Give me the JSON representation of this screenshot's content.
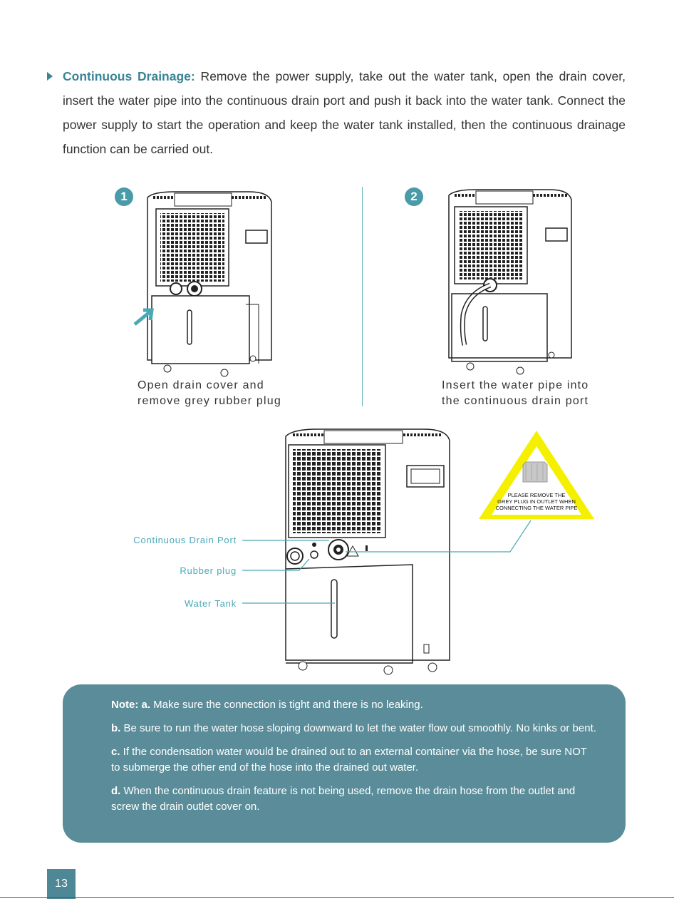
{
  "intro": {
    "lead": "Continuous Drainage:",
    "text": " Remove the power supply, take out the water tank, open the drain cover, insert the water pipe into the continuous drain port and push it back into the water tank. Connect the power supply to start the operation and keep the water tank installed, then the continuous drainage function can be carried out."
  },
  "steps": [
    {
      "number": "1",
      "caption_line1": "Open drain cover and",
      "caption_line2": "remove grey rubber plug"
    },
    {
      "number": "2",
      "caption_line1": "Insert the water pipe into",
      "caption_line2": "the continuous drain port"
    }
  ],
  "callouts": {
    "drain_port": "Continuous Drain Port",
    "rubber_plug": "Rubber plug",
    "water_tank": "Water Tank"
  },
  "warning": {
    "line1": "PLEASE REMOVE THE",
    "line2": "GREY PLUG IN OUTLET WHEN",
    "line3": "CONNECTING THE WATER PIPE"
  },
  "note": {
    "a_prefix": "Note:  a.",
    "a_text": " Make sure the connection is tight and there is no leaking.",
    "b_prefix": "b.",
    "b_text": " Be sure to run the water hose sloping downward to let the water flow out smoothly. No kinks or bent.",
    "c_prefix": "c.",
    "c_text": " If the condensation water would be drained out to an external container via the hose, be sure NOT to submerge the other end of the hose into the drained out water.",
    "d_prefix": "d.",
    "d_text": " When the continuous drain feature is not being used, remove the drain hose from the outlet and screw the drain outlet cover on."
  },
  "page_number": "13",
  "colors": {
    "accent": "#3a8496",
    "note_bg": "#5a8d99",
    "warning_yellow": "#f5f000",
    "callout_line": "#4aa8b5"
  }
}
